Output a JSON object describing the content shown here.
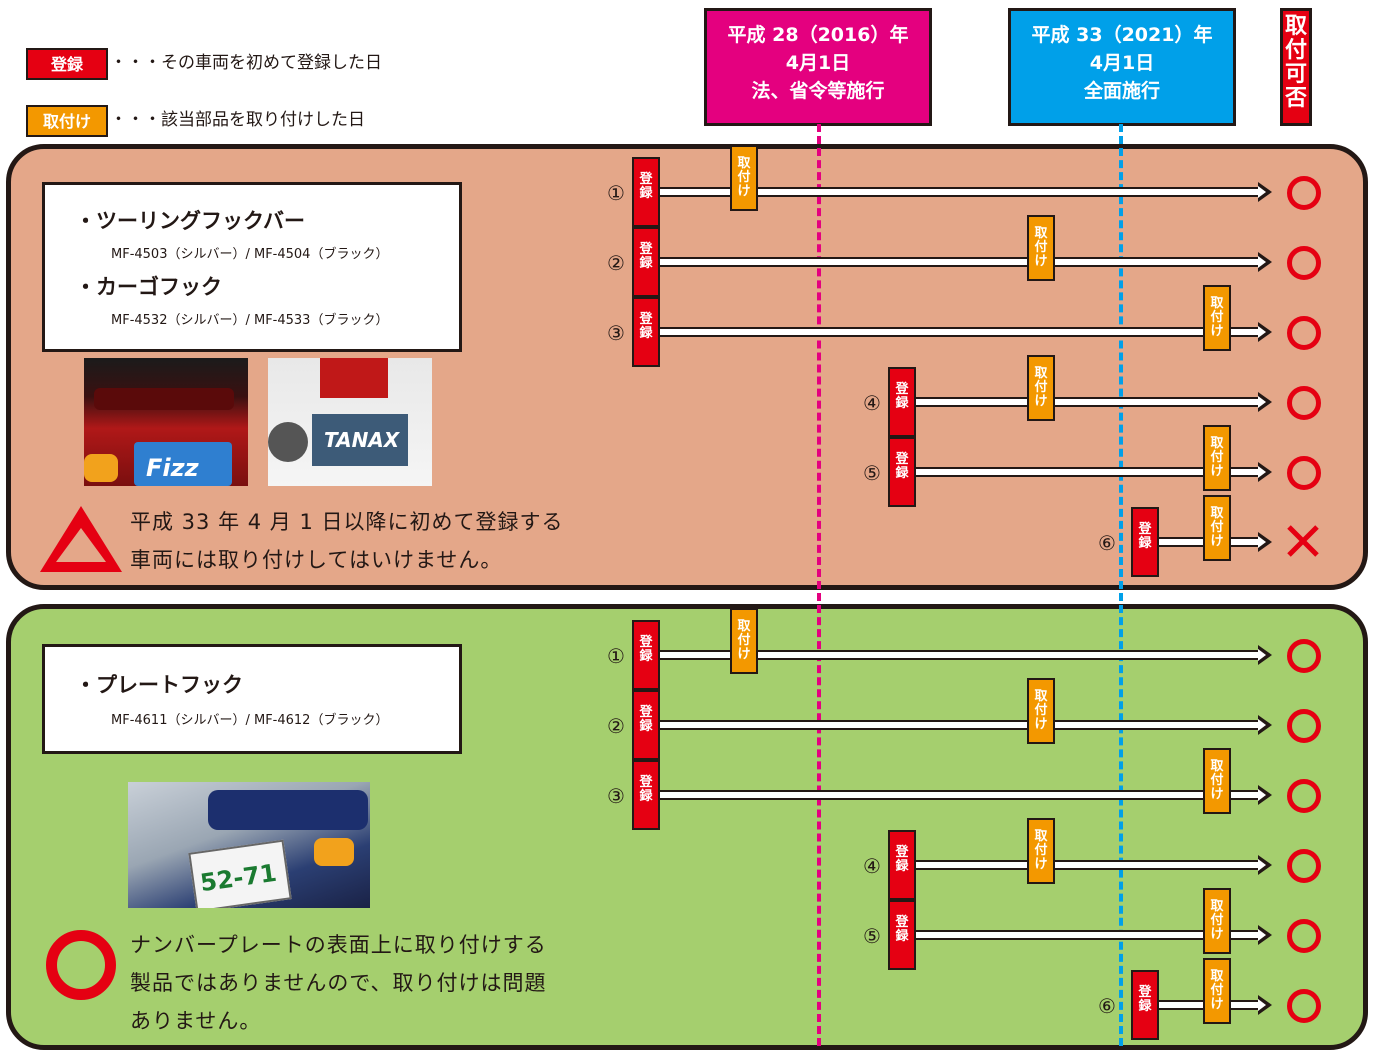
{
  "legend": {
    "reg_badge": "登録",
    "reg_text": "・・・その車両を初めて登録した日",
    "mount_badge": "取付け",
    "mount_text": "・・・該当部品を取り付けした日"
  },
  "headers": {
    "h2016": [
      "平成 28（2016）年",
      "4月1日",
      "法、省令等施行"
    ],
    "h2021": [
      "平成 33（2021）年",
      "4月1日",
      "全面施行"
    ],
    "result": "取付可否"
  },
  "colors": {
    "reg": "#e50012",
    "mount": "#f39800",
    "h2016": "#e4007f",
    "h2021": "#00a0e9",
    "panel_top": "#e4a789",
    "panel_bottom": "#a5cf6e",
    "ok_mark": "#e50012"
  },
  "badges": {
    "reg": "登録",
    "mount": "取付け"
  },
  "panel_top": {
    "products": [
      {
        "name": "・ツーリングフックバー",
        "code": "MF-4503（シルバー）/ MF-4504（ブラック）"
      },
      {
        "name": "・カーゴフック",
        "code": "MF-4532（シルバー）/ MF-4533（ブラック）"
      }
    ],
    "photo1_text": "Fizz",
    "photo2_text": "TANAX",
    "note_icon": "triangle-warning",
    "note": [
      "平成 33 年 4 月 1 日以降に初めて登録する",
      "車両には取り付けしてはいけません。"
    ],
    "rows": [
      {
        "num": "①",
        "result": "ok"
      },
      {
        "num": "②",
        "result": "ok"
      },
      {
        "num": "③",
        "result": "ok"
      },
      {
        "num": "④",
        "result": "ok"
      },
      {
        "num": "⑤",
        "result": "ok"
      },
      {
        "num": "⑥",
        "result": "ng"
      }
    ]
  },
  "panel_bottom": {
    "products": [
      {
        "name": "・プレートフック",
        "code": "MF-4611（シルバー）/ MF-4612（ブラック）"
      }
    ],
    "photo_text": "52-71",
    "note_icon": "circle-ok",
    "note": [
      "ナンバープレートの表面上に取り付けする",
      "製品ではありませんので、取り付けは問題",
      "ありません。"
    ],
    "rows": [
      {
        "num": "①",
        "result": "ok"
      },
      {
        "num": "②",
        "result": "ok"
      },
      {
        "num": "③",
        "result": "ok"
      },
      {
        "num": "④",
        "result": "ok"
      },
      {
        "num": "⑤",
        "result": "ok"
      },
      {
        "num": "⑥",
        "result": "ok"
      }
    ]
  }
}
